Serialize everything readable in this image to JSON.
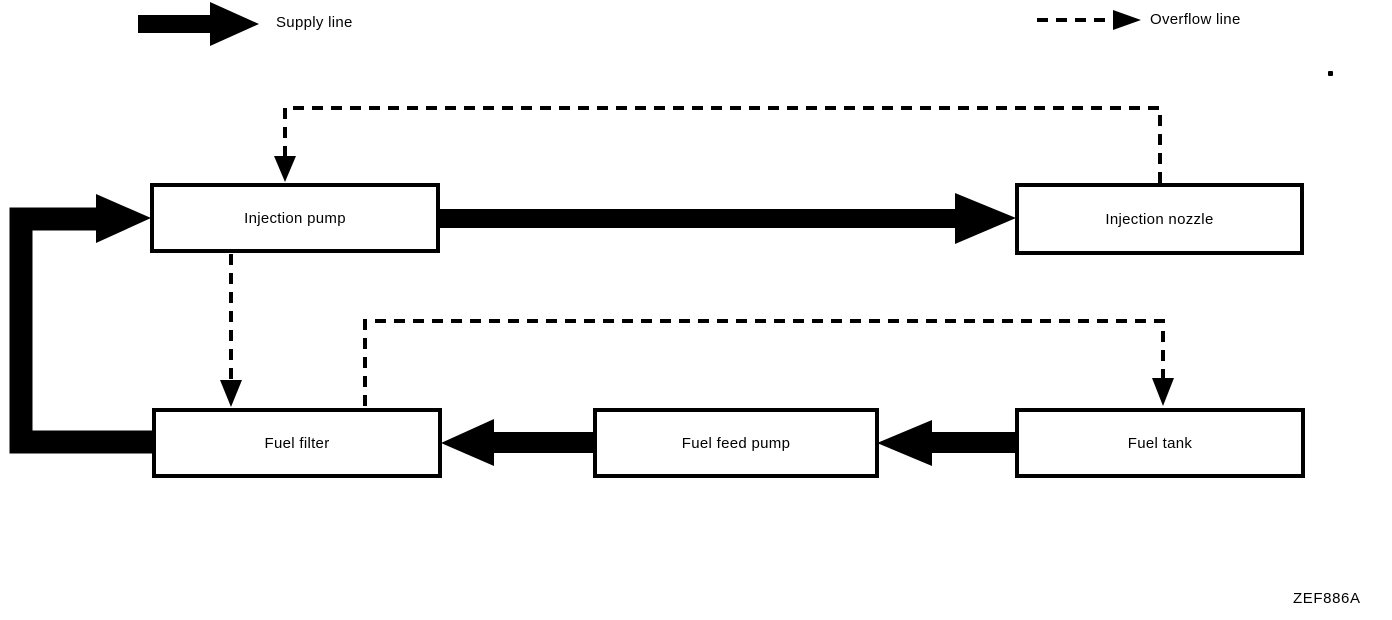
{
  "legend": {
    "supply_label": "Supply line",
    "overflow_label": "Overflow line"
  },
  "nodes": {
    "injection_pump": "Injection pump",
    "injection_nozzle": "Injection nozzle",
    "fuel_filter": "Fuel filter",
    "fuel_feed_pump": "Fuel feed pump",
    "fuel_tank": "Fuel tank"
  },
  "caption": "ZEF886A",
  "colors": {
    "ink": "#000000",
    "paper": "#ffffff"
  },
  "diagram_data": {
    "type": "flow-diagram",
    "line_styles": {
      "supply": "thick solid arrow",
      "overflow": "thin dashed arrow"
    },
    "edges": [
      {
        "from": "Fuel tank",
        "to": "Fuel feed pump",
        "line": "supply"
      },
      {
        "from": "Fuel feed pump",
        "to": "Fuel filter",
        "line": "supply"
      },
      {
        "from": "Fuel filter",
        "to": "Injection pump",
        "line": "supply"
      },
      {
        "from": "Injection pump",
        "to": "Injection nozzle",
        "line": "supply"
      },
      {
        "from": "Injection nozzle",
        "to": "Injection pump",
        "line": "overflow"
      },
      {
        "from": "Injection pump",
        "to": "Fuel filter",
        "line": "overflow"
      },
      {
        "from": "Fuel filter",
        "to": "Fuel tank",
        "line": "overflow"
      }
    ]
  }
}
